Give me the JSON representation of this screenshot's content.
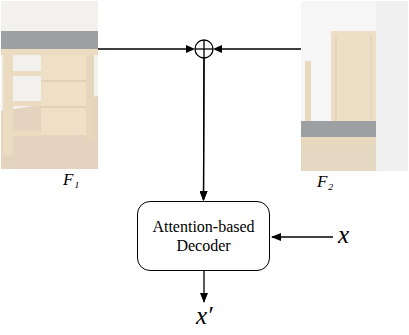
{
  "diagram": {
    "nodes": [
      {
        "text": [
          "F₁"
        ]
      },
      {
        "text": [
          "F₂"
        ]
      },
      {
        "text": [
          "Attention-based Decoder"
        ]
      }
    ],
    "edges": [
      {
        "from": 0,
        "to": 2,
        "arrow": "to"
      },
      {
        "from": 1,
        "to": 2,
        "arrow": "to"
      }
    ],
    "labels": [
      "x",
      "x′"
    ]
  }
}
